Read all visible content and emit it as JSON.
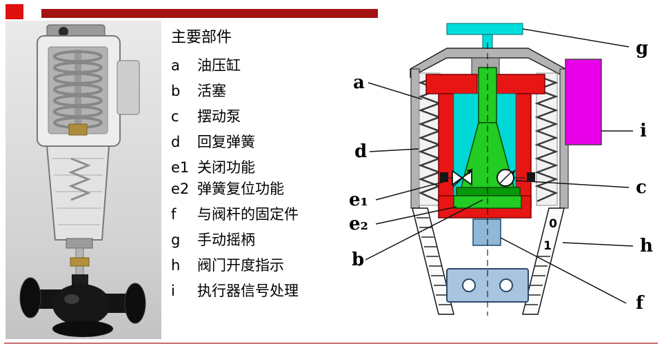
{
  "slide": {
    "accent_square_color": "#e01010",
    "title_bar_color": "#a31212",
    "bottom_line_color": "#c96a6a"
  },
  "parts_list": {
    "title": "主要部件",
    "items": [
      {
        "key": "a",
        "label": "油压缸"
      },
      {
        "key": "b",
        "label": "活塞"
      },
      {
        "key": "c",
        "label": "摆动泵"
      },
      {
        "key": "d",
        "label": "回复弹簧"
      },
      {
        "key": "e1",
        "label": "关闭功能"
      },
      {
        "key": "e2",
        "label": "弹簧复位功能"
      },
      {
        "key": "f",
        "label": "与阀杆的固定件"
      },
      {
        "key": "g",
        "label": "手动摇柄"
      },
      {
        "key": "h",
        "label": "阀门开度指示"
      },
      {
        "key": "i",
        "label": "执行器信号处理"
      }
    ]
  },
  "diagram": {
    "callouts": {
      "a": "a",
      "d": "d",
      "e1": "e₁",
      "e2": "e₂",
      "b": "b",
      "g": "g",
      "i": "i",
      "c": "c",
      "h": "h",
      "f": "f"
    },
    "scale": {
      "zero": "0",
      "one": "1"
    },
    "colors": {
      "handle": "#00dddd",
      "cylinder": "#e81515",
      "fluid": "#00d8d8",
      "piston": "#22cc22",
      "signal_box": "#e800e8",
      "stem_block": "#8fb8d8",
      "bracket": "#a9c4de"
    }
  }
}
